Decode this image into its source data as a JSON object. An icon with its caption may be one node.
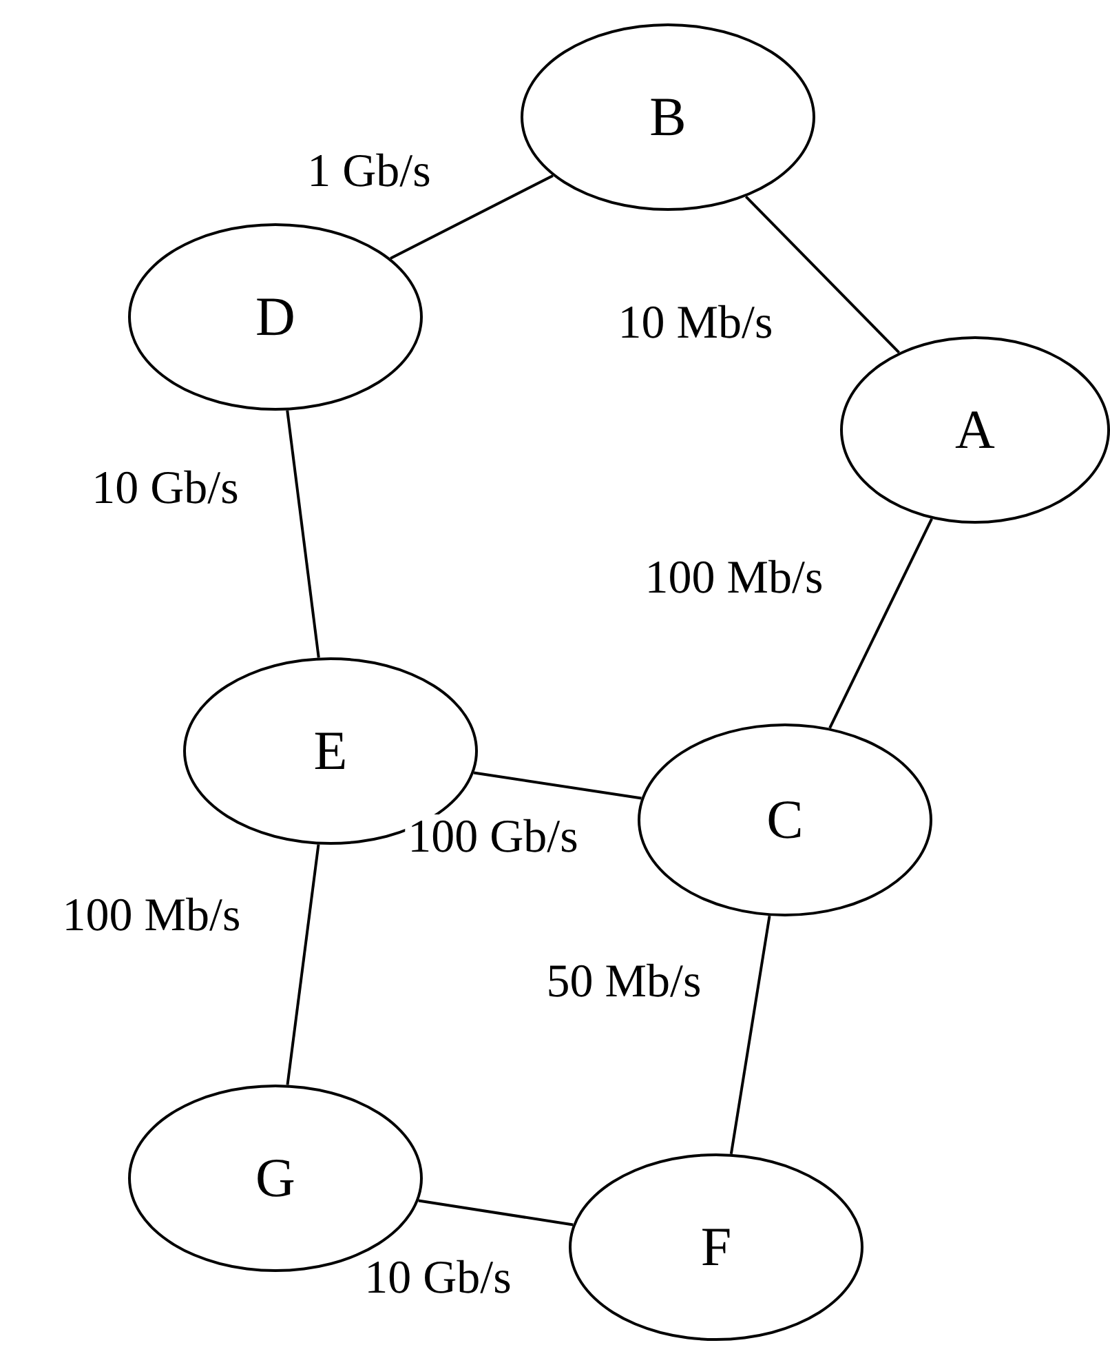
{
  "diagram": {
    "nodes": [
      {
        "text": [
          "B"
        ]
      },
      {
        "text": [
          "D"
        ]
      },
      {
        "text": [
          "A"
        ]
      },
      {
        "text": [
          "E"
        ]
      },
      {
        "text": [
          "C"
        ]
      },
      {
        "text": [
          "G"
        ]
      },
      {
        "text": [
          "F"
        ]
      }
    ],
    "edges": [
      {
        "from": 1,
        "to": 0,
        "arrow": "none",
        "label": "1 Gb/s"
      },
      {
        "from": 0,
        "to": 2,
        "arrow": "none",
        "label": "10 Mb/s"
      },
      {
        "from": 1,
        "to": 3,
        "arrow": "none",
        "label": "10 Gb/s"
      },
      {
        "from": 2,
        "to": 4,
        "arrow": "none",
        "label": "100 Mb/s"
      },
      {
        "from": 3,
        "to": 4,
        "arrow": "none",
        "label": "100 Gb/s"
      },
      {
        "from": 3,
        "to": 5,
        "arrow": "none",
        "label": "100 Mb/s"
      },
      {
        "from": 4,
        "to": 6,
        "arrow": "none",
        "label": "50 Mb/s"
      },
      {
        "from": 5,
        "to": 6,
        "arrow": "none",
        "label": "10 Gb/s"
      }
    ]
  }
}
